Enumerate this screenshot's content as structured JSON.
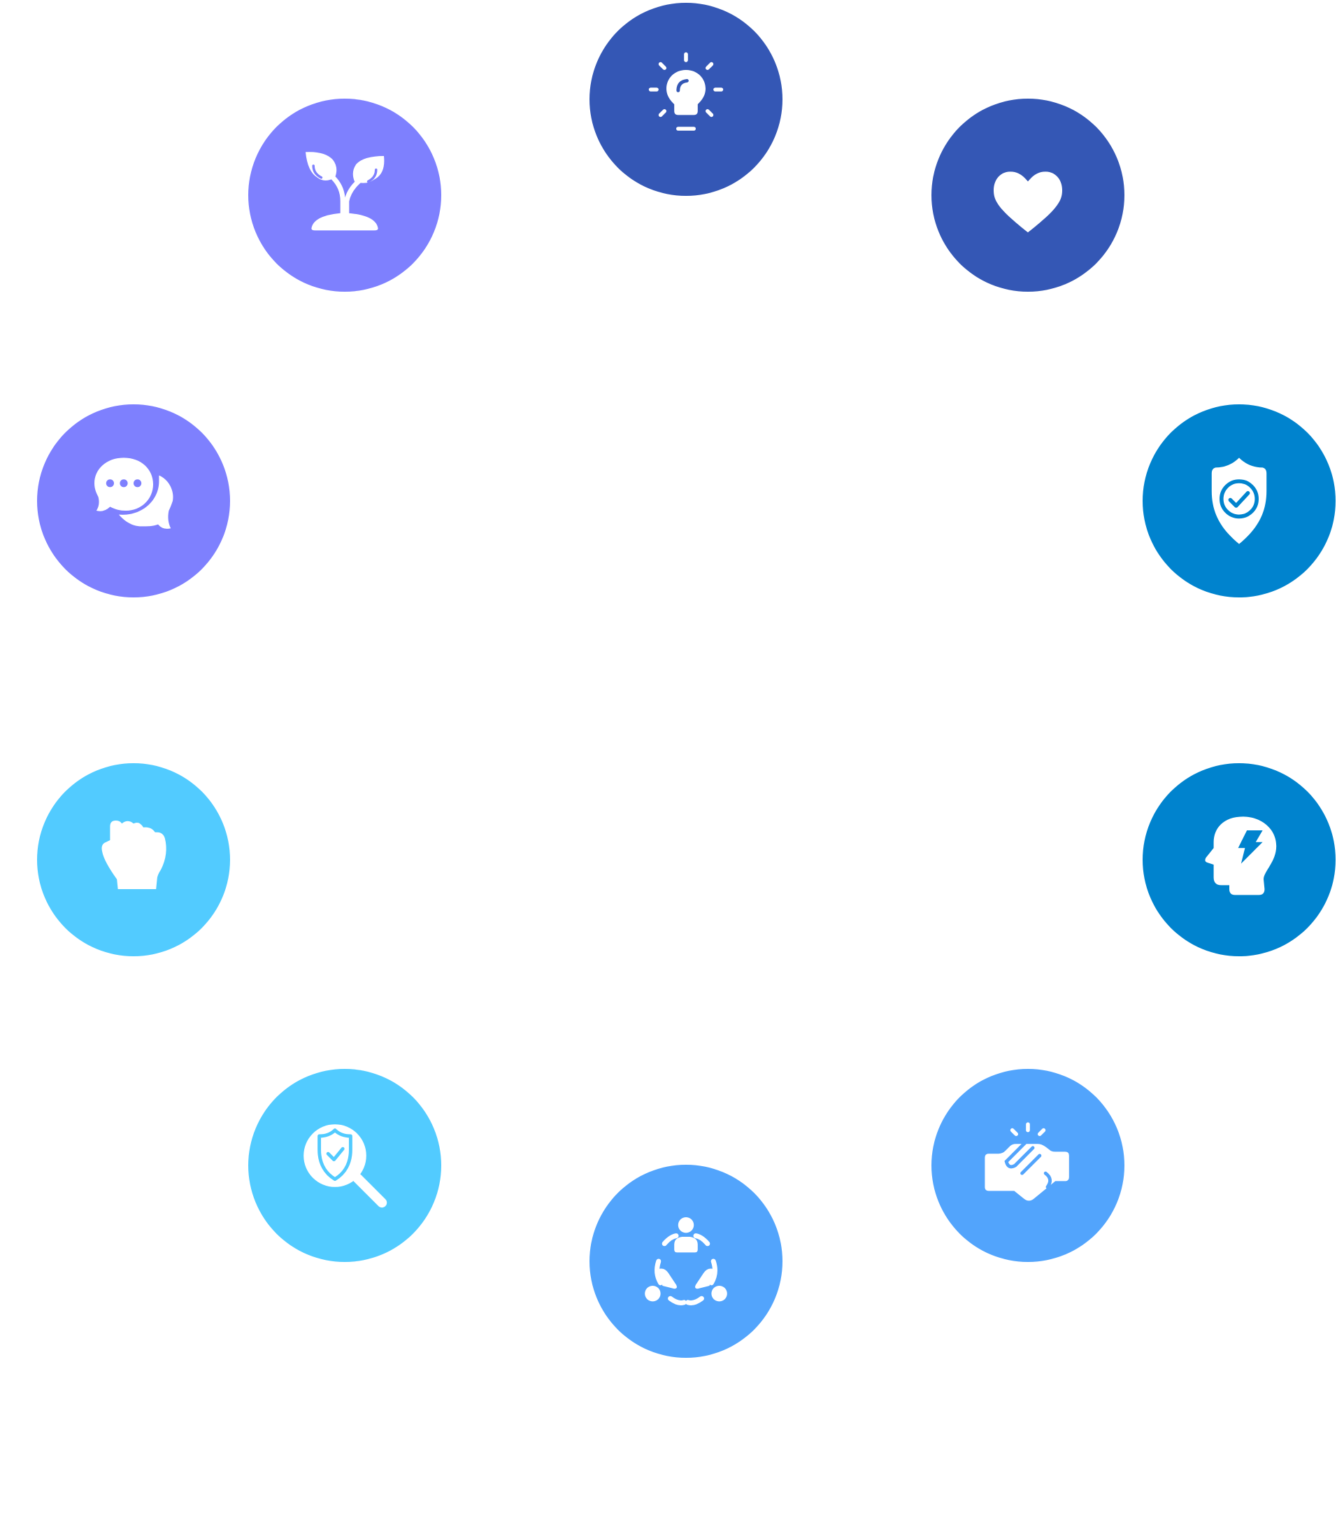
{
  "colors": {
    "navy": "#3457B5",
    "deep_blue": "#0083CE",
    "sky_blue": "#52A4FC",
    "cyan": "#52CBFF",
    "periwinkle": "#7E80FE",
    "icon": "#FFFFFF"
  },
  "nodes": [
    {
      "key": "bulb",
      "icon": "lightbulb-icon",
      "color": "#3457B5"
    },
    {
      "key": "heart",
      "icon": "heart-icon",
      "color": "#3457B5"
    },
    {
      "key": "shield",
      "icon": "shield-check-icon",
      "color": "#0083CE"
    },
    {
      "key": "head",
      "icon": "head-lightning-icon",
      "color": "#0083CE"
    },
    {
      "key": "hands",
      "icon": "handshake-icon",
      "color": "#52A4FC"
    },
    {
      "key": "team",
      "icon": "team-cycle-icon",
      "color": "#52A4FC"
    },
    {
      "key": "search",
      "icon": "shield-search-icon",
      "color": "#52CBFF"
    },
    {
      "key": "fist",
      "icon": "raised-fist-icon",
      "color": "#52CBFF"
    },
    {
      "key": "chat",
      "icon": "chat-bubbles-icon",
      "color": "#7E80FE"
    },
    {
      "key": "sprout",
      "icon": "sprout-icon",
      "color": "#7E80FE"
    }
  ]
}
